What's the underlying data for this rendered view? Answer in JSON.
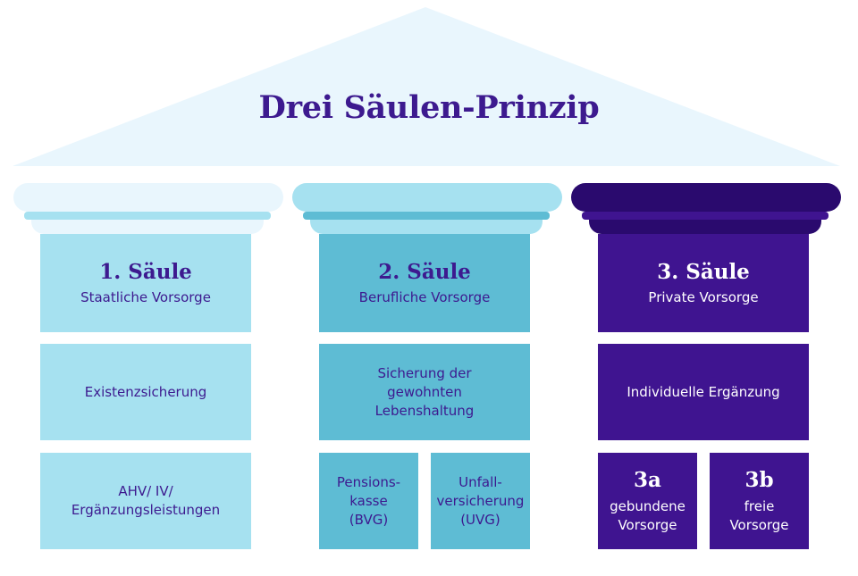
{
  "title": "Drei Säulen-Prinzip",
  "colors": {
    "roof": "#e9f6fd",
    "title": "#3d1a8f",
    "pillar1": "#a6e1f0",
    "pillar2": "#5ebcd4",
    "pillar3": "#3f1490",
    "pillar3_cap": "#2a0a6e"
  },
  "pillars": [
    {
      "heading": "1. Säule",
      "subtitle": "Staatliche Vorsorge",
      "purpose": "Existenzsicherung",
      "details": [
        "AHV/ IV/",
        "Ergänzungsleistungen"
      ]
    },
    {
      "heading": "2. Säule",
      "subtitle": "Berufliche Vorsorge",
      "purpose": [
        "Sicherung der",
        "gewohnten",
        "Lebenshaltung"
      ],
      "sub_boxes": [
        {
          "lines": [
            "Pensions-",
            "kasse",
            "(BVG)"
          ]
        },
        {
          "lines": [
            "Unfall-",
            "versicherung",
            "(UVG)"
          ]
        }
      ]
    },
    {
      "heading": "3. Säule",
      "subtitle": "Private Vorsorge",
      "purpose": "Individuelle Ergänzung",
      "sub_boxes": [
        {
          "label": "3a",
          "lines": [
            "gebundene",
            "Vorsorge"
          ]
        },
        {
          "label": "3b",
          "lines": [
            "freie",
            "Vorsorge"
          ]
        }
      ]
    }
  ]
}
